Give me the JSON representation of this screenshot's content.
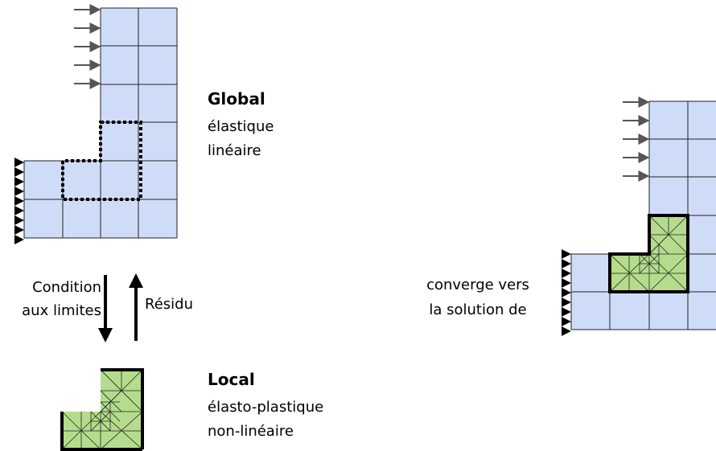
{
  "global": {
    "title": "Global",
    "line1": "élastique",
    "line2": "linéaire"
  },
  "local": {
    "title": "Local",
    "line1": "élasto-plastique",
    "line2": "non-linéaire"
  },
  "coupling": {
    "down_label_line1": "Condition",
    "down_label_line2": "aux limites",
    "up_label": "Résidu"
  },
  "converge": {
    "line1": "converge vers",
    "line2": "la solution de"
  },
  "colors": {
    "mesh_fill": "#cfdcf8",
    "local_fill": "#b5dc8c",
    "line": "#000000",
    "load_arrow": "#555555"
  }
}
